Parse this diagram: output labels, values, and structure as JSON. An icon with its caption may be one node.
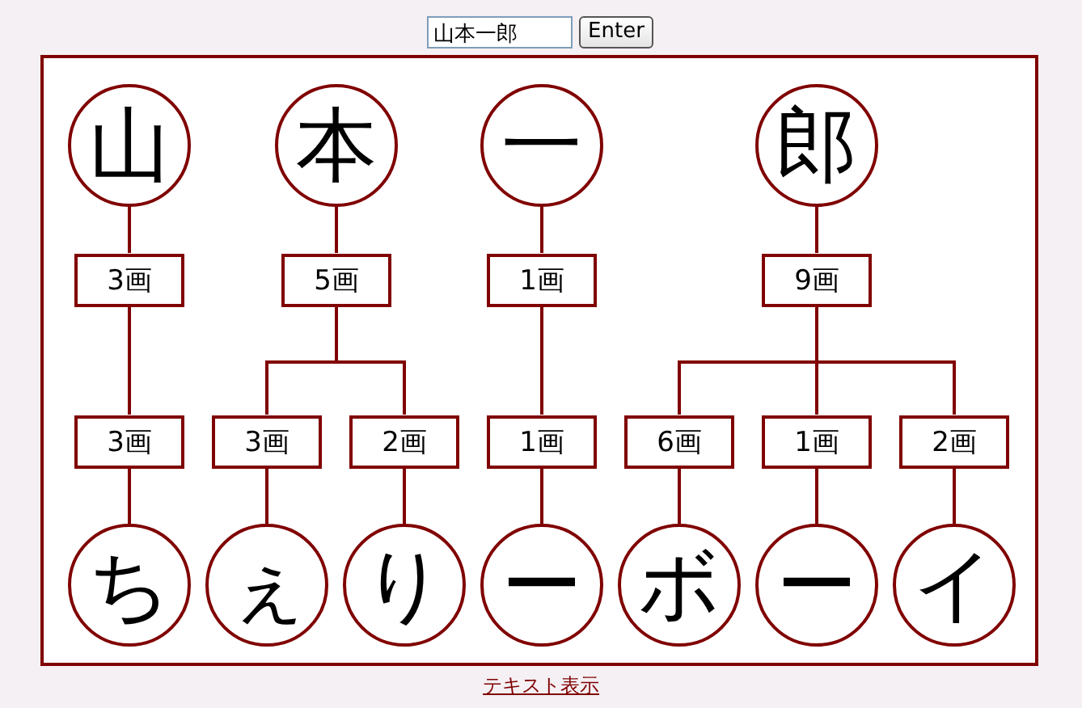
{
  "diagram": {
    "nodes": [
      {
        "text": [
          "山"
        ]
      },
      {
        "text": [
          "本"
        ]
      },
      {
        "text": [
          "一"
        ]
      },
      {
        "text": [
          "郎"
        ]
      },
      {
        "text": [
          "3画"
        ]
      },
      {
        "text": [
          "5画"
        ]
      },
      {
        "text": [
          "1画"
        ]
      },
      {
        "text": [
          "9画"
        ]
      },
      {
        "text": [
          "3画"
        ]
      },
      {
        "text": [
          "3画"
        ]
      },
      {
        "text": [
          "2画"
        ]
      },
      {
        "text": [
          "1画"
        ]
      },
      {
        "text": [
          "6画"
        ]
      },
      {
        "text": [
          "1画"
        ]
      },
      {
        "text": [
          "2画"
        ]
      },
      {
        "text": [
          "ち"
        ]
      },
      {
        "text": [
          "ぇ"
        ]
      },
      {
        "text": [
          "り"
        ]
      },
      {
        "text": [
          "ー"
        ]
      },
      {
        "text": [
          "ボ"
        ]
      },
      {
        "text": [
          "ー"
        ]
      },
      {
        "text": [
          "イ"
        ]
      }
    ],
    "edges": [
      {
        "from": 0,
        "to": 4,
        "arrow": "none"
      },
      {
        "from": 1,
        "to": 5,
        "arrow": "none"
      },
      {
        "from": 2,
        "to": 6,
        "arrow": "none"
      },
      {
        "from": 3,
        "to": 7,
        "arrow": "none"
      },
      {
        "from": 4,
        "to": 8,
        "arrow": "none"
      },
      {
        "from": 5,
        "to": 9,
        "arrow": "none"
      },
      {
        "from": 5,
        "to": 10,
        "arrow": "none"
      },
      {
        "from": 6,
        "to": 11,
        "arrow": "none"
      },
      {
        "from": 7,
        "to": 12,
        "arrow": "none"
      },
      {
        "from": 7,
        "to": 13,
        "arrow": "none"
      },
      {
        "from": 7,
        "to": 14,
        "arrow": "none"
      },
      {
        "from": 8,
        "to": 15,
        "arrow": "none"
      },
      {
        "from": 9,
        "to": 16,
        "arrow": "none"
      },
      {
        "from": 10,
        "to": 17,
        "arrow": "none"
      },
      {
        "from": 11,
        "to": 18,
        "arrow": "none"
      },
      {
        "from": 12,
        "to": 19,
        "arrow": "none"
      },
      {
        "from": 13,
        "to": 20,
        "arrow": "none"
      },
      {
        "from": 14,
        "to": 21,
        "arrow": "none"
      }
    ],
    "labels": [
      "山本一郎",
      "Enter",
      "テキスト表示"
    ]
  }
}
